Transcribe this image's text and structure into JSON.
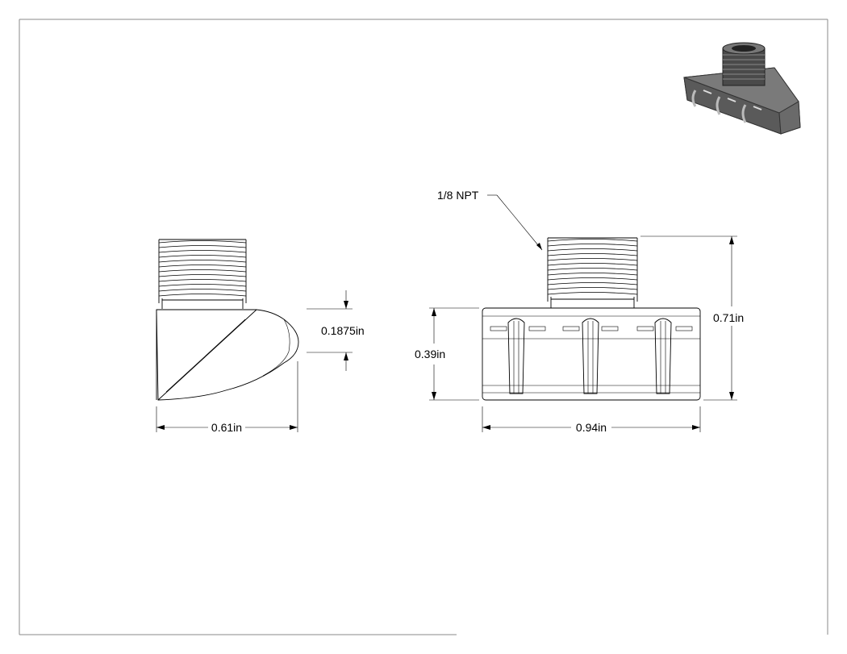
{
  "labels": {
    "callout_thread": "1/8 NPT",
    "dim_side_width": "0.61in",
    "dim_bevel": "0.1875in",
    "dim_body_height": "0.39in",
    "dim_total_height": "0.71in",
    "dim_front_width": "0.94in"
  },
  "colors": {
    "line": "#000000",
    "border": "#888888",
    "iso_dark": "#3c3c3c",
    "iso_mid": "#6a6a6a",
    "iso_light": "#9a9a9a"
  },
  "icons": {
    "isometric_view": "fitting-isometric-icon"
  }
}
